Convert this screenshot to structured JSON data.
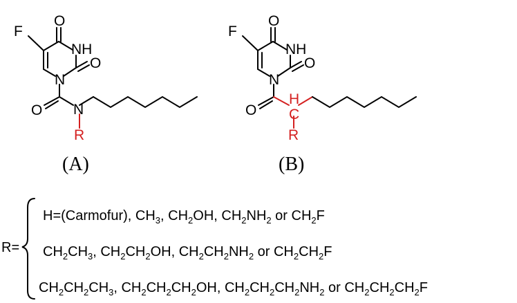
{
  "molecule_a": {
    "caption": "(A)",
    "atoms": {
      "f": "F",
      "o_top": "O",
      "nh": "NH",
      "o_right": "O",
      "n_ring": "N",
      "o_carbonyl": "O",
      "n_amide": "N",
      "r": "R"
    }
  },
  "molecule_b": {
    "caption": "(B)",
    "atoms": {
      "f": "F",
      "o_top": "O",
      "nh": "NH",
      "o_right": "O",
      "n_ring": "N",
      "o_carbonyl": "O",
      "ch": "H",
      "c": "C",
      "r": "R"
    }
  },
  "r_definition": {
    "label": "R=",
    "lines": [
      [
        {
          "t": "H=(Carmofur), CH"
        },
        {
          "t": "3",
          "sub": true
        },
        {
          "t": ", CH"
        },
        {
          "t": "2",
          "sub": true
        },
        {
          "t": "OH, CH"
        },
        {
          "t": "2",
          "sub": true
        },
        {
          "t": "NH"
        },
        {
          "t": "2",
          "sub": true
        },
        {
          "t": " or CH"
        },
        {
          "t": "2",
          "sub": true
        },
        {
          "t": "F"
        }
      ],
      [
        {
          "t": "CH"
        },
        {
          "t": "2",
          "sub": true
        },
        {
          "t": "CH"
        },
        {
          "t": "3",
          "sub": true
        },
        {
          "t": ", CH"
        },
        {
          "t": "2",
          "sub": true
        },
        {
          "t": "CH"
        },
        {
          "t": "2",
          "sub": true
        },
        {
          "t": "OH, CH"
        },
        {
          "t": "2",
          "sub": true
        },
        {
          "t": "CH"
        },
        {
          "t": "2",
          "sub": true
        },
        {
          "t": "NH"
        },
        {
          "t": "2",
          "sub": true
        },
        {
          "t": " or CH"
        },
        {
          "t": "2",
          "sub": true
        },
        {
          "t": "CH"
        },
        {
          "t": "2",
          "sub": true
        },
        {
          "t": "F"
        }
      ],
      [
        {
          "t": "CH"
        },
        {
          "t": "2",
          "sub": true
        },
        {
          "t": "CH"
        },
        {
          "t": "2",
          "sub": true
        },
        {
          "t": "CH"
        },
        {
          "t": "3",
          "sub": true
        },
        {
          "t": ", CH"
        },
        {
          "t": "2",
          "sub": true
        },
        {
          "t": "CH"
        },
        {
          "t": "2",
          "sub": true
        },
        {
          "t": "CH"
        },
        {
          "t": "2",
          "sub": true
        },
        {
          "t": "OH, CH"
        },
        {
          "t": "2",
          "sub": true
        },
        {
          "t": "CH"
        },
        {
          "t": "2",
          "sub": true
        },
        {
          "t": "CH"
        },
        {
          "t": "2",
          "sub": true
        },
        {
          "t": "NH"
        },
        {
          "t": "2",
          "sub": true
        },
        {
          "t": " or CH"
        },
        {
          "t": "2",
          "sub": true
        },
        {
          "t": "CH"
        },
        {
          "t": "2",
          "sub": true
        },
        {
          "t": "CH"
        },
        {
          "t": "2",
          "sub": true
        },
        {
          "t": "F"
        }
      ]
    ]
  },
  "colors": {
    "black": "#000000",
    "highlight": "#d42020"
  }
}
